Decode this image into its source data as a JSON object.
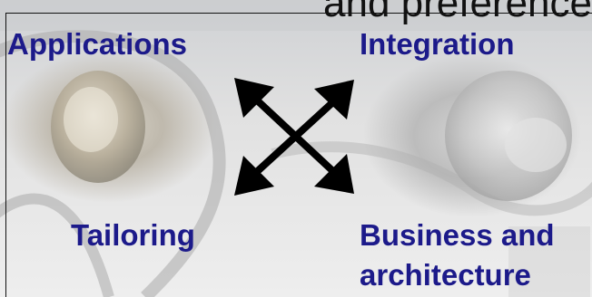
{
  "slide": {
    "heading_fragment": "and preferences",
    "labels": {
      "top_left": "Applications",
      "top_right": "Integration",
      "bottom_left": "Tailoring",
      "bottom_right_line1": "Business and",
      "bottom_right_line2": "architecture"
    }
  },
  "colors": {
    "label_text": "#1c1a8a",
    "arrow": "#000000",
    "heading_text": "#111111"
  }
}
